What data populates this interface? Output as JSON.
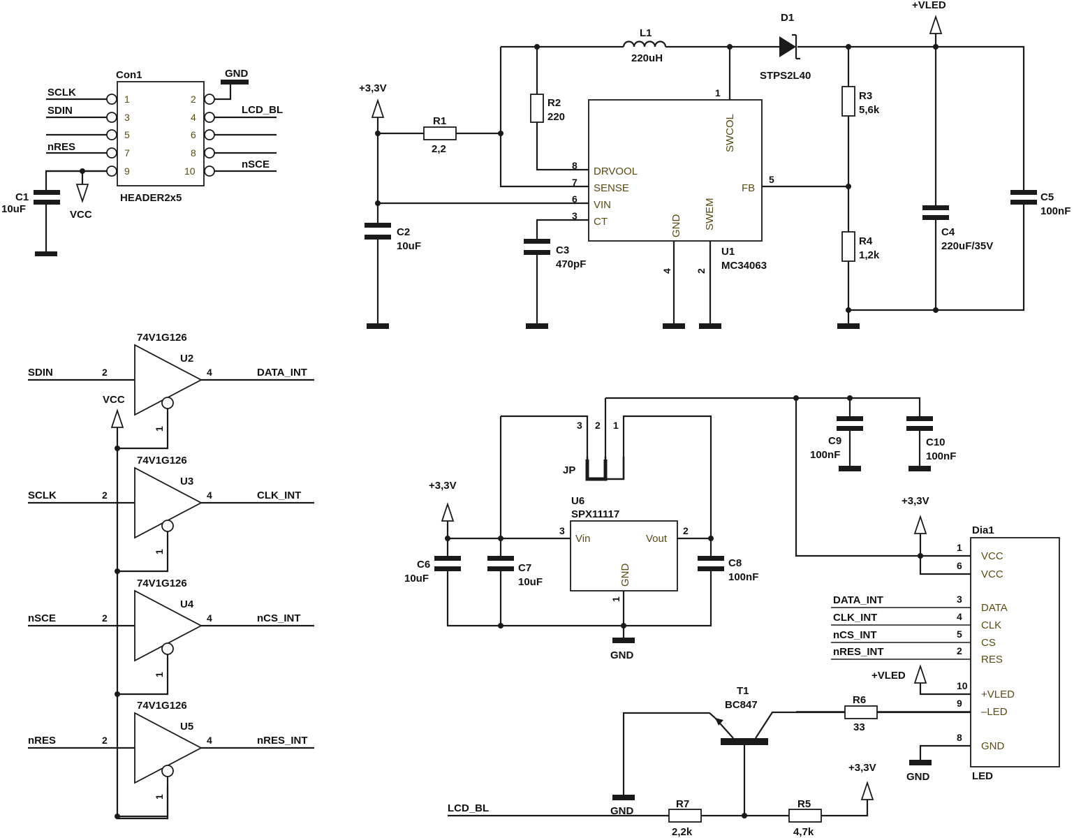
{
  "con1": {
    "name": "Con1",
    "type": "HEADER2x5",
    "odd": [
      "1",
      "3",
      "5",
      "7",
      "9"
    ],
    "even": [
      "2",
      "4",
      "6",
      "8",
      "10"
    ],
    "left_nets": [
      "SCLK",
      "SDIN",
      "nRES"
    ],
    "right_nets": [
      "LCD_BL",
      "nSCE"
    ],
    "gnd": "GND",
    "vcc": "VCC",
    "c1": "C1",
    "c1v": "10uF"
  },
  "u1": {
    "ref": "U1",
    "part": "MC34063",
    "pins": {
      "drvool": "DRVOOL",
      "sense": "SENSE",
      "vin": "VIN",
      "ct": "CT",
      "fb": "FB",
      "gnd": "GND",
      "swem": "SWEM",
      "swcol": "SWCOL"
    },
    "pinnums": {
      "p8": "8",
      "p7": "7",
      "p6": "6",
      "p3": "3",
      "p5": "5",
      "p1": "1",
      "p4": "4",
      "p2": "2"
    }
  },
  "boost": {
    "l1": "L1",
    "l1v": "220uH",
    "d1": "D1",
    "d1v": "STPS2L40",
    "vled": "+VLED",
    "v33": "+3,3V",
    "r1": "R1",
    "r1v": "2,2",
    "r2": "R2",
    "r2v": "220",
    "r3": "R3",
    "r3v": "5,6k",
    "r4": "R4",
    "r4v": "1,2k",
    "c2": "C2",
    "c2v": "10uF",
    "c3": "C3",
    "c3v": "470pF",
    "c4": "C4",
    "c4v": "220uF/35V",
    "c5": "C5",
    "c5v": "100nF"
  },
  "buffers": {
    "part": "74V1G126",
    "vcc": "VCC",
    "items": [
      {
        "ref": "U2",
        "in": "SDIN",
        "out": "DATA_INT"
      },
      {
        "ref": "U3",
        "in": "SCLK",
        "out": "CLK_INT"
      },
      {
        "ref": "U4",
        "in": "nSCE",
        "out": "nCS_INT"
      },
      {
        "ref": "U5",
        "in": "nRES",
        "out": "nRES_INT"
      }
    ],
    "pin_in": "2",
    "pin_out": "4",
    "pin_oe": "1"
  },
  "ldo": {
    "ref": "U6",
    "part": "SPX11117",
    "vin": "Vin",
    "vout": "Vout",
    "gnd": "GND",
    "p3": "3",
    "p2": "2",
    "p1": "1",
    "jp": "JP",
    "jp3": "3",
    "jp2": "2",
    "jp1": "1",
    "v33": "+3,3V",
    "gndlbl": "GND",
    "c6": "C6",
    "c6v": "10uF",
    "c7": "C7",
    "c7v": "10uF",
    "c8": "C8",
    "c8v": "100nF",
    "c9": "C9",
    "c9v": "100nF",
    "c10": "C10",
    "c10v": "100nF"
  },
  "dia1": {
    "ref": "Dia1",
    "type": "LED",
    "v33": "+3,3V",
    "vled": "+VLED",
    "gnd": "GND",
    "pins": [
      {
        "num": "1",
        "name": "VCC"
      },
      {
        "num": "6",
        "name": "VCC"
      },
      {
        "num": "3",
        "name": "DATA",
        "net": "DATA_INT"
      },
      {
        "num": "4",
        "name": "CLK",
        "net": "CLK_INT"
      },
      {
        "num": "5",
        "name": "CS",
        "net": "nCS_INT"
      },
      {
        "num": "2",
        "name": "RES",
        "net": "nRES_INT"
      },
      {
        "num": "10",
        "name": "+VLED"
      },
      {
        "num": "9",
        "name": "–LED"
      },
      {
        "num": "8",
        "name": "GND"
      }
    ]
  },
  "driver": {
    "t1": "T1",
    "t1v": "BC847",
    "r5": "R5",
    "r5v": "4,7k",
    "r6": "R6",
    "r6v": "33",
    "r7": "R7",
    "r7v": "2,2k",
    "lcd_bl": "LCD_BL",
    "gnd": "GND",
    "v33": "+3,3V"
  }
}
